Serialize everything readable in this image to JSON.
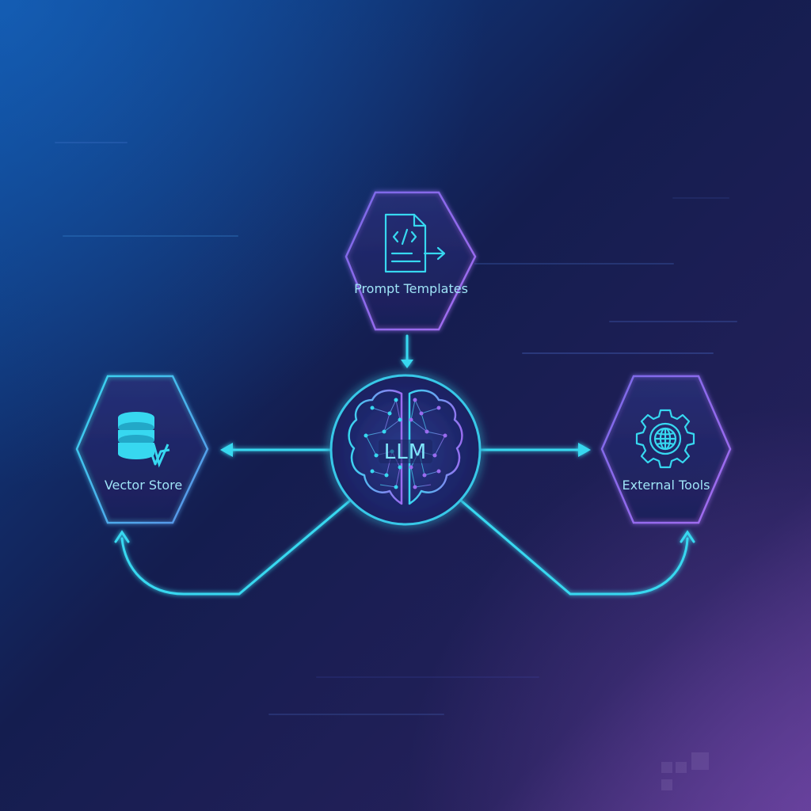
{
  "diagram": {
    "center": {
      "label": "LLM",
      "icon": "brain-network-icon"
    },
    "nodes": [
      {
        "id": "prompt",
        "label": "Prompt Templates",
        "icon": "code-document-icon"
      },
      {
        "id": "vector",
        "label": "Vector Store",
        "icon": "database-icon"
      },
      {
        "id": "tools",
        "label": "External Tools",
        "icon": "gear-globe-icon"
      }
    ],
    "flow": [
      "prompt -> llm",
      "llm -> vector",
      "llm -> tools",
      "llm -> vector (return)",
      "llm -> tools (return)"
    ]
  },
  "colors": {
    "background_start": "#0b4a9a",
    "background_mid": "#141d4f",
    "background_end": "#5a3a8c",
    "accent_cyan": "#37d8f0",
    "accent_purple": "#9a6cf0",
    "text": "#9fe4f7"
  }
}
